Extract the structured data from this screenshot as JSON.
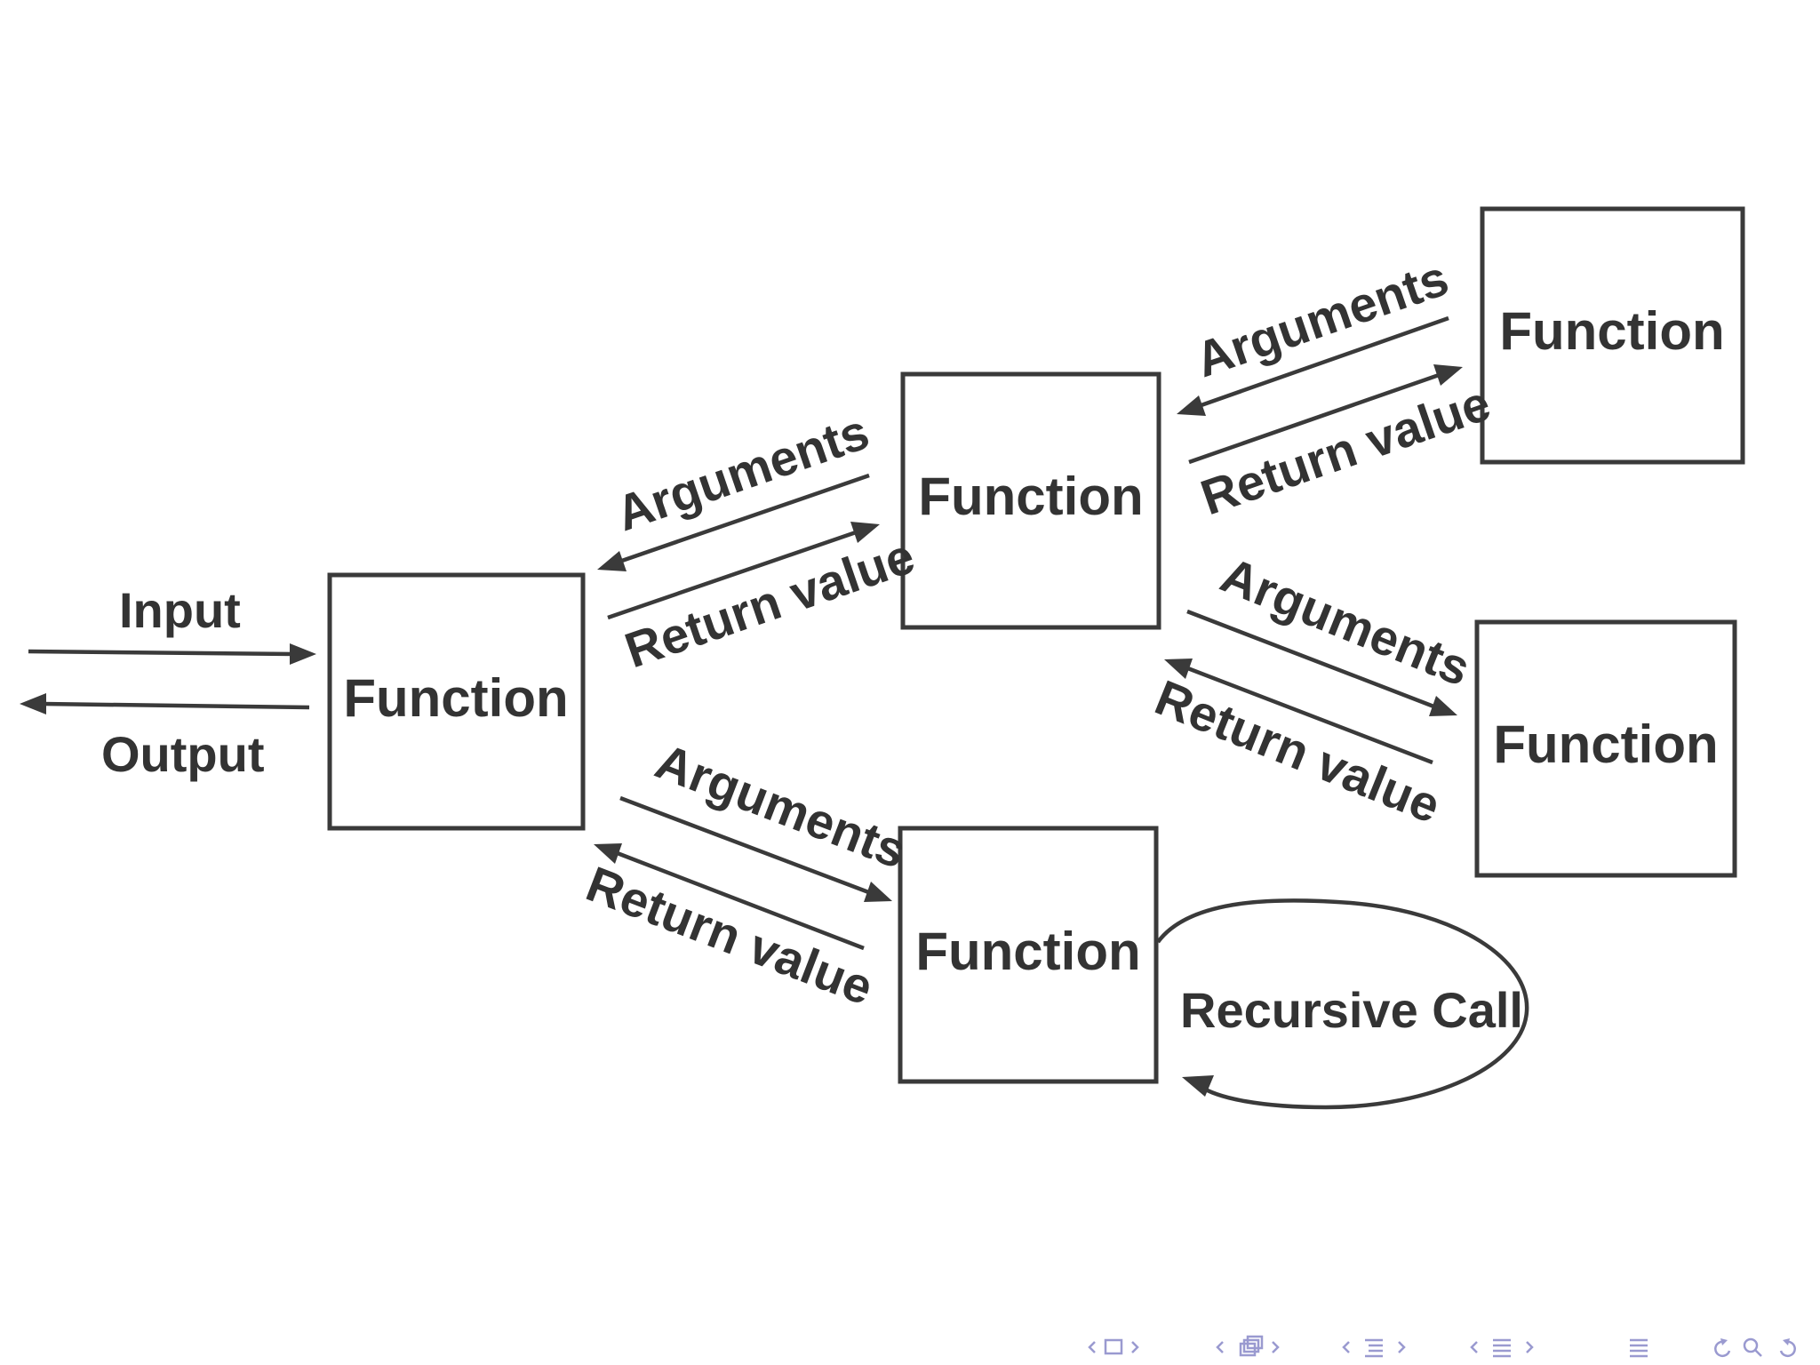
{
  "nodes": {
    "input_label": "Input",
    "output_label": "Output",
    "main_function": "Function",
    "upper_function": "Function",
    "lower_function": "Function",
    "top_right_function": "Function",
    "middle_right_function": "Function"
  },
  "edges": {
    "main_to_upper_arguments": "Arguments",
    "main_to_upper_return": "Return value",
    "main_to_lower_arguments": "Arguments",
    "main_to_lower_return": "Return value",
    "upper_to_top_right_arguments": "Arguments",
    "upper_to_top_right_return": "Return value",
    "upper_to_middle_right_arguments": "Arguments",
    "upper_to_middle_right_return": "Return value",
    "recursive_call": "Recursive Call"
  },
  "navigation": {
    "icons": [
      "frame-prev-icon",
      "frame-icon",
      "frame-next-icon",
      "subsection-prev-icon",
      "subsection-icon",
      "subsection-next-icon",
      "section-prev-icon",
      "section-icon",
      "section-next-icon",
      "outline-icon",
      "back-icon",
      "search-icon",
      "forward-icon"
    ]
  }
}
